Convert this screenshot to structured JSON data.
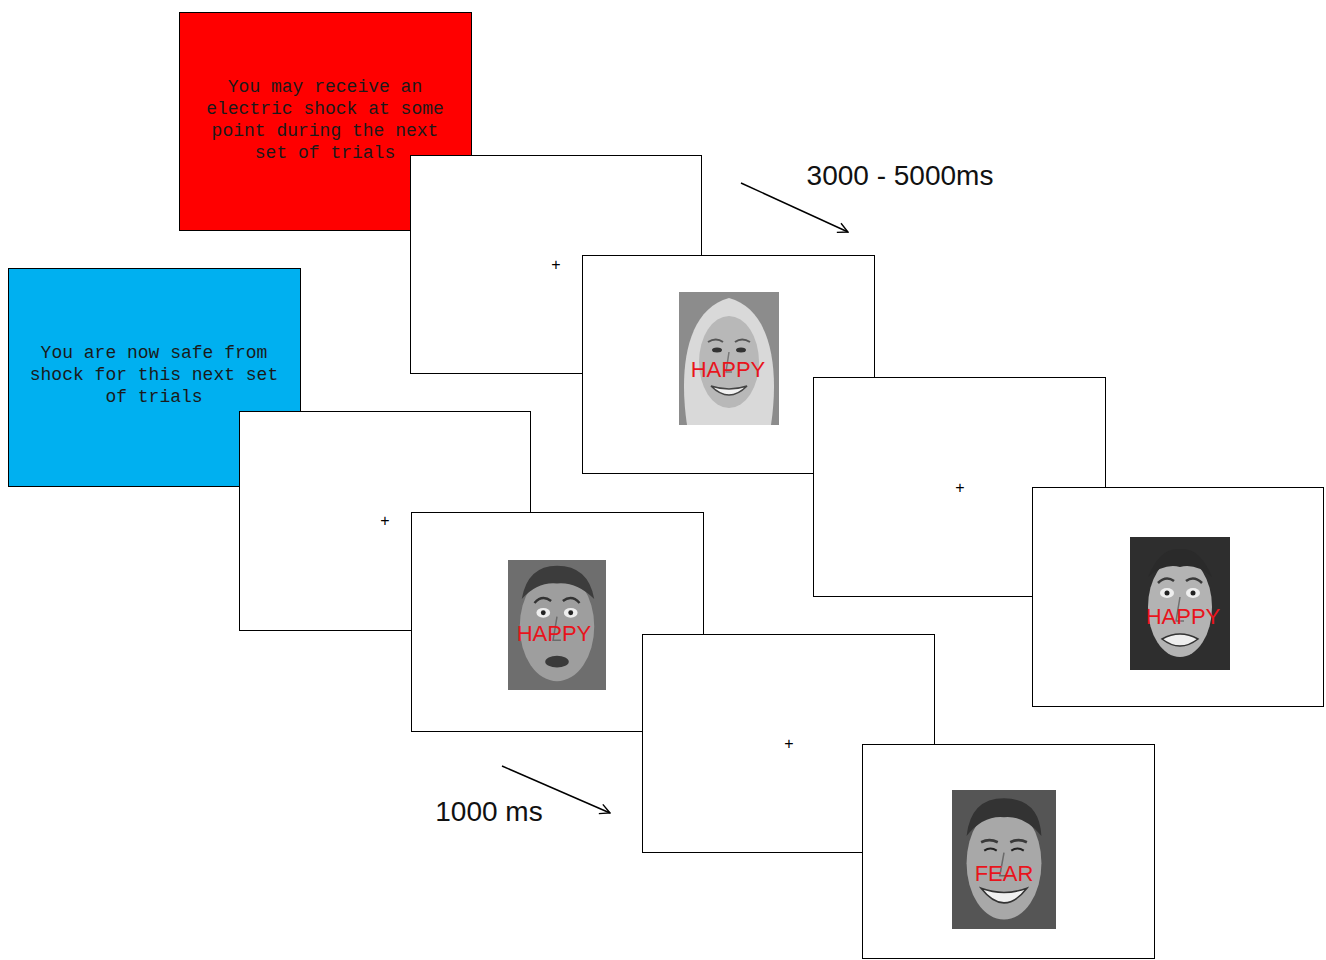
{
  "diagram": {
    "nodes": [
      {
        "text": [
          "You may receive an electric shock at some point during the next set of trials"
        ]
      },
      {
        "text": [
          "+"
        ]
      },
      {
        "text": [
          "HAPPY"
        ]
      },
      {
        "text": [
          "+"
        ]
      },
      {
        "text": [
          "HAPPY"
        ]
      },
      {
        "text": [
          "You are now safe from shock for this next set of trials"
        ]
      },
      {
        "text": [
          "+"
        ]
      },
      {
        "text": [
          "HAPPY"
        ]
      },
      {
        "text": [
          "+"
        ]
      },
      {
        "text": [
          "FEAR"
        ]
      }
    ],
    "labels": [
      "3000 - 5000ms",
      "1000 ms"
    ]
  }
}
